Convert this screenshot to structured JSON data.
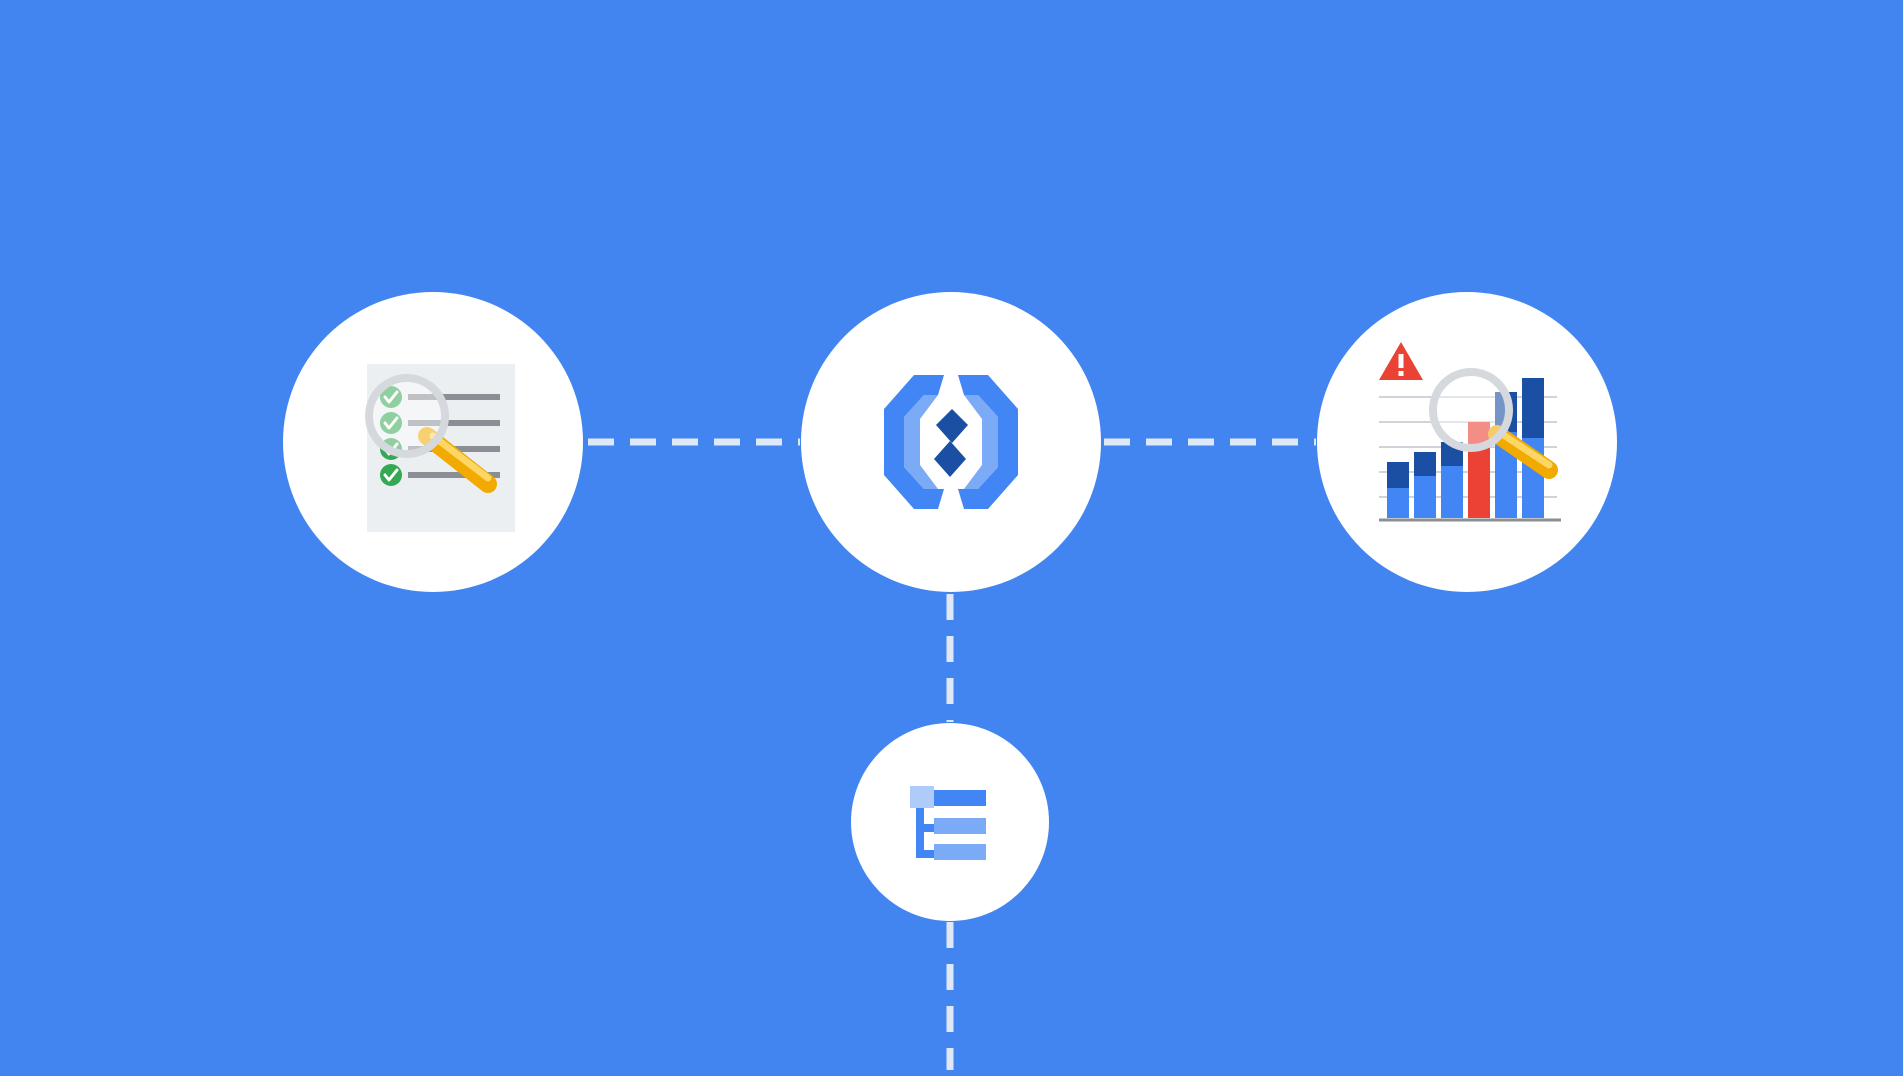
{
  "diagram": {
    "background_color": "#4285f0",
    "node_color": "#ffffff",
    "connector_color": "#dfe8f7",
    "connector_style": "dashed",
    "nodes": [
      {
        "id": "checklist-search",
        "icon": "checklist-magnifier-icon"
      },
      {
        "id": "hub",
        "icon": "hexagon-logo-icon"
      },
      {
        "id": "chart-alert",
        "icon": "bar-chart-alert-magnifier-icon"
      },
      {
        "id": "hierarchy-list",
        "icon": "hierarchy-list-icon"
      }
    ],
    "edges": [
      {
        "from": "checklist-search",
        "to": "hub"
      },
      {
        "from": "hub",
        "to": "chart-alert"
      },
      {
        "from": "hub",
        "to": "hierarchy-list"
      },
      {
        "from": "hierarchy-list",
        "to": "offscreen-bottom"
      }
    ]
  },
  "colors": {
    "blue_dark": "#1a4fa3",
    "blue_mid": "#4285f4",
    "blue_light": "#7baaf7",
    "blue_pale": "#aecbfa",
    "red": "#ea4335",
    "red_faded": "#e06a63",
    "green": "#34a853",
    "yellow": "#fbbc04",
    "yellow_light": "#fdd663",
    "gray_line": "#8a8f96",
    "paper": "#eceff1"
  }
}
